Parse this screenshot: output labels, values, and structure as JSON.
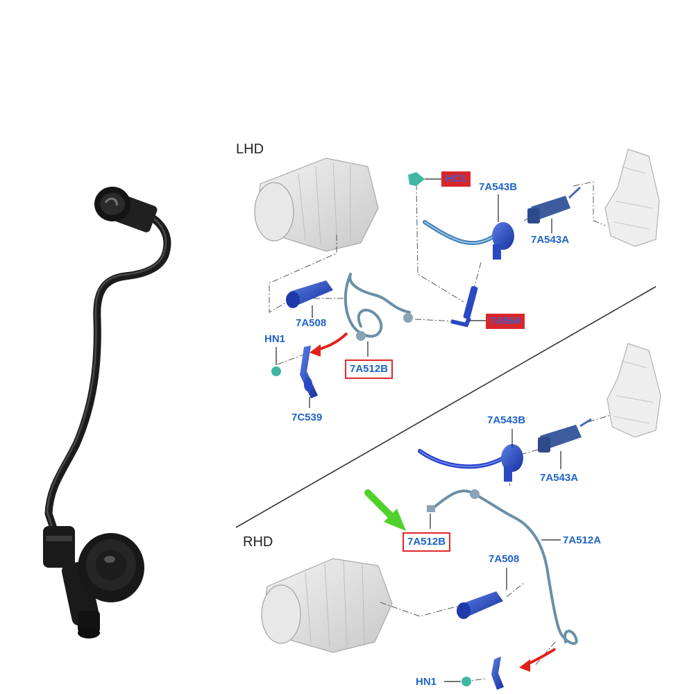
{
  "sections": {
    "lhd": "LHD",
    "rhd": "RHD"
  },
  "callouts": {
    "lhd": {
      "hc1": "HC1",
      "c7a543b": "7A543B",
      "c7a543a": "7A543A",
      "c7a508": "7A508",
      "c7a564": "7A564",
      "hn1": "HN1",
      "c7a512b": "7A512B",
      "c7c539": "7C539"
    },
    "rhd": {
      "c7a543b": "7A543B",
      "c7a543a": "7A543A",
      "c7a512b": "7A512B",
      "c7a512a": "7A512A",
      "c7a508": "7A508",
      "hn1": "HN1"
    }
  },
  "colors": {
    "callout_text": "#1e63c8",
    "highlight_box": "#e0272b",
    "highlight_fill": "#d9262b",
    "part_blue": "#2f4fc9",
    "pipe_blue": "#3f7fb5",
    "arrow_red": "#e3201b",
    "arrow_green": "#4fd12a",
    "photo_part": "#1c1c1c"
  },
  "icons": [
    "transmission-icon",
    "pedal-box-icon",
    "clutch-master-cylinder-icon",
    "clutch-pedal-icon",
    "clip-icon"
  ]
}
